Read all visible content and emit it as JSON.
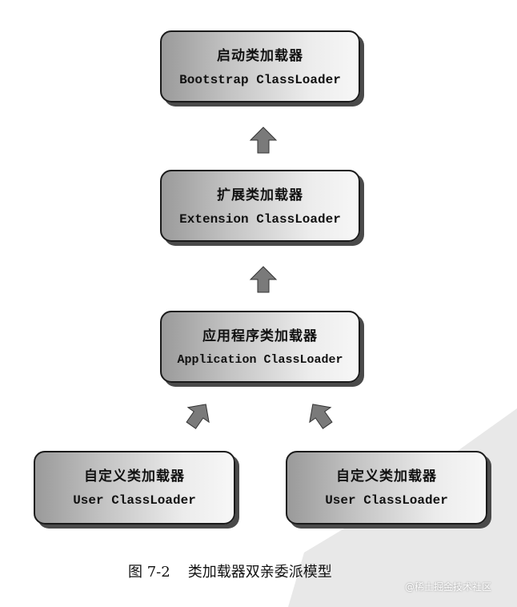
{
  "nodes": {
    "bootstrap": {
      "title": "启动类加载器",
      "subtitle": "Bootstrap ClassLoader"
    },
    "extension": {
      "title": "扩展类加载器",
      "subtitle": "Extension ClassLoader"
    },
    "application": {
      "title": "应用程序类加载器",
      "subtitle": "Application ClassLoader"
    },
    "user_left": {
      "title": "自定义类加载器",
      "subtitle": "User ClassLoader"
    },
    "user_right": {
      "title": "自定义类加载器",
      "subtitle": "User ClassLoader"
    }
  },
  "edges": [
    {
      "from": "extension",
      "to": "bootstrap"
    },
    {
      "from": "application",
      "to": "extension"
    },
    {
      "from": "user_left",
      "to": "application"
    },
    {
      "from": "user_right",
      "to": "application"
    }
  ],
  "caption": {
    "figure_number": "图 7-2",
    "text": "类加载器双亲委派模型"
  },
  "watermark": "@稀土掘金技术社区",
  "colors": {
    "node_border": "#1a1a1a",
    "node_gradient_dark": "#9a9a9a",
    "node_gradient_light": "#f7f7f7",
    "arrow_fill": "#7a7a7a",
    "background_shape": "#e6e6e6"
  }
}
